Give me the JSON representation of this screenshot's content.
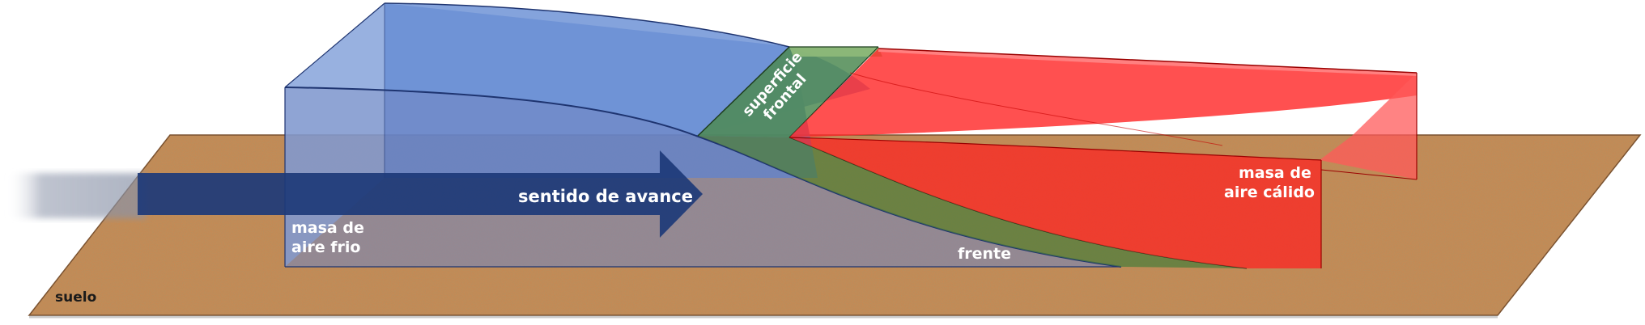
{
  "labels": {
    "cold_mass": [
      "masa de",
      "aire frio"
    ],
    "warm_mass": [
      "masa de",
      "aire cálido"
    ],
    "frontal_surface": [
      "superficie",
      "frontal"
    ],
    "direction": "sentido de avance",
    "front": "frente",
    "ground": "suelo"
  },
  "colors": {
    "cold_air": "#4f77c8",
    "warm_air": "#ff1f1f",
    "frontal_surface": "#5f8a45",
    "ground": "#b98350",
    "arrow": "#1d3a78",
    "label_light": "#ffffff",
    "label_dark": "#1a1a1a"
  }
}
